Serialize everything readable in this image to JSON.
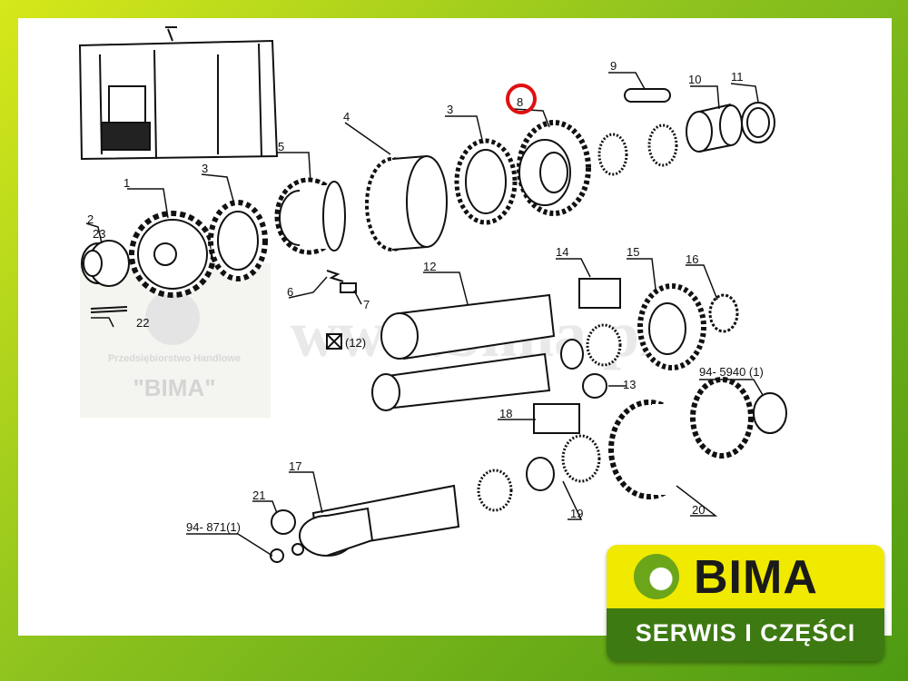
{
  "diagram": {
    "part_labels": [
      "1",
      "2",
      "23",
      "3",
      "5",
      "4",
      "3",
      "8",
      "9",
      "10",
      "11",
      "6",
      "7",
      "12",
      "(12)",
      "14",
      "15",
      "16",
      "13",
      "94- 5940 (1)",
      "18",
      "17",
      "21",
      "94- 871(1)",
      "19",
      "20",
      "22"
    ],
    "highlight_color": "#e01010"
  },
  "watermark": {
    "site": "www.bima.pl",
    "company_line": "Przedsiębiorstwo Handlowe",
    "company_name": "\"BIMA\""
  },
  "brand": {
    "name": "BIMA",
    "tagline": "SERWIS I CZĘŚCI",
    "accent": "#f0e900",
    "dark": "#3d7a12"
  }
}
